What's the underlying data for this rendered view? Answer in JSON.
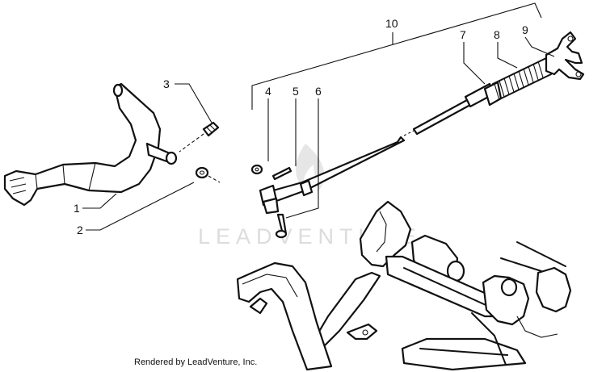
{
  "callouts": [
    {
      "id": "1",
      "label": "1"
    },
    {
      "id": "2",
      "label": "2"
    },
    {
      "id": "3",
      "label": "3"
    },
    {
      "id": "4",
      "label": "4"
    },
    {
      "id": "5",
      "label": "5"
    },
    {
      "id": "6",
      "label": "6"
    },
    {
      "id": "7",
      "label": "7"
    },
    {
      "id": "8",
      "label": "8"
    },
    {
      "id": "9",
      "label": "9"
    },
    {
      "id": "10",
      "label": "10"
    }
  ],
  "watermark": "LEADVENTURE",
  "credit": "Rendered by LeadVenture, Inc."
}
